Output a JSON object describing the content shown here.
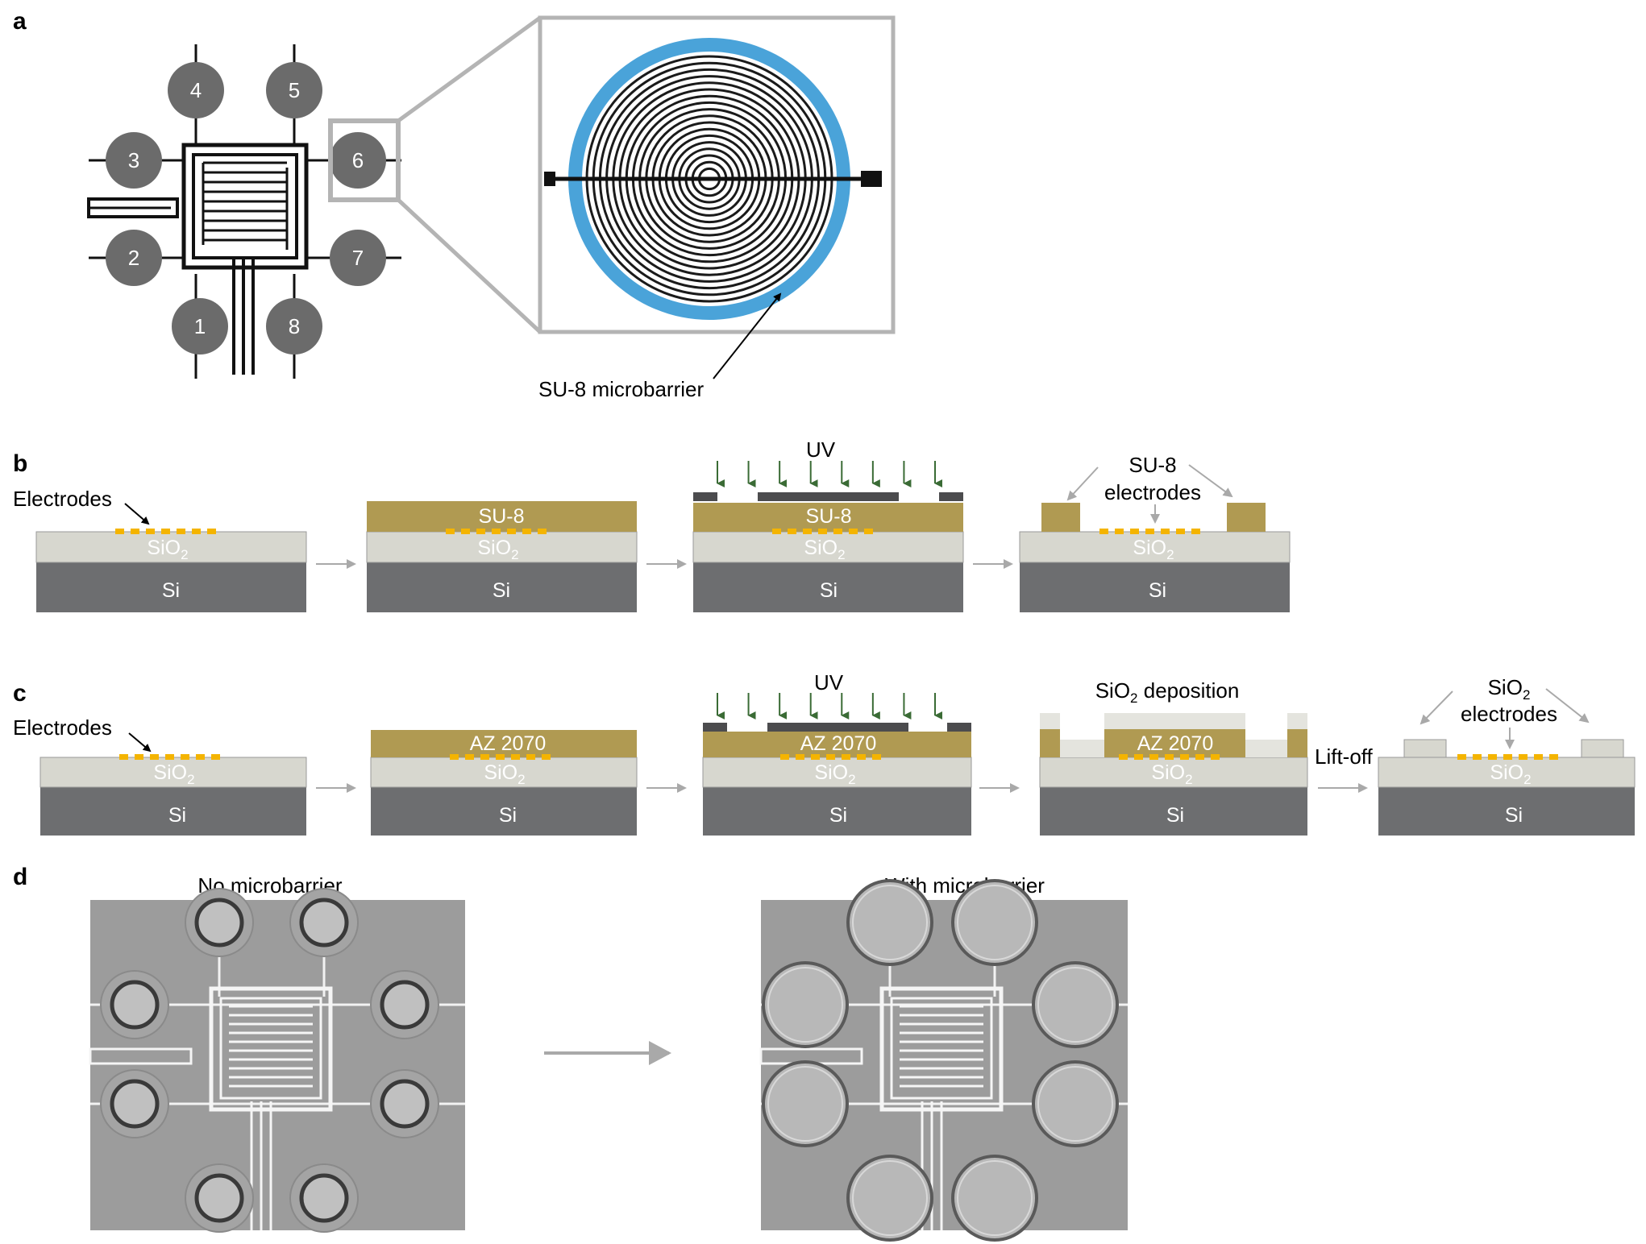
{
  "panels": {
    "a": {
      "letter": "a",
      "pads": [
        "1",
        "2",
        "3",
        "4",
        "5",
        "6",
        "7",
        "8"
      ],
      "annotation": "SU-8 microbarrier",
      "barrier_color": "#4aa3d9"
    },
    "b": {
      "letter": "b",
      "electrodes_label": "Electrodes",
      "uv_label": "UV",
      "su8": "SU-8",
      "sio2": "SiO",
      "sio2_sub": "2",
      "si": "Si",
      "result_top": "SU-8",
      "result_bottom": "electrodes"
    },
    "c": {
      "letter": "c",
      "electrodes_label": "Electrodes",
      "uv_label": "UV",
      "az": "AZ 2070",
      "sio2": "SiO",
      "sio2_sub": "2",
      "si": "Si",
      "deposition_pre": "SiO",
      "deposition_sub": "2",
      "deposition_post": " deposition",
      "liftoff": "Lift-off",
      "result_top": "SiO",
      "result_top_sub": "2",
      "result_bottom": "electrodes"
    },
    "d": {
      "letter": "d",
      "left_title": "No microbarrier",
      "right_title": "With microbarrier"
    }
  },
  "colors": {
    "si": "#6d6e70",
    "sio2": "#d7d7cf",
    "resist": "#b09a52",
    "electrode": "#f4b400",
    "mask": "#4c4c4e",
    "uv_arrow": "#3a6b35",
    "process_arrow": "#a9a9a9",
    "pad": "#6b6b6b",
    "photo_bg": "#9c9c9c"
  }
}
